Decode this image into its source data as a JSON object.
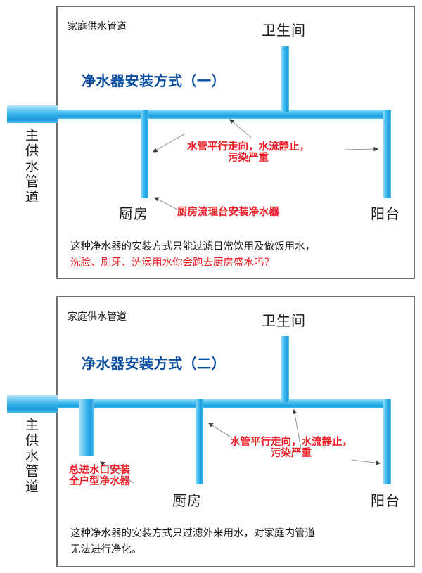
{
  "diagram": {
    "main_pipe_label": "主供水管道",
    "panels": [
      {
        "id": "panel-1",
        "home_pipe_label": "家庭供水管道",
        "title": "净水器安装方式（一）",
        "room_toilet": "卫生间",
        "room_kitchen": "厨房",
        "room_balcony": "阳台",
        "annotation_parallel": "水管平行走向，水流静止，\n污染严重",
        "annotation_filter": "厨房流理台安装净水器",
        "description_line1": "这种净水器的安装方式只能过滤日常饮用及做饭用水，",
        "description_line2": "洗脸、刷牙、洗澡用水你会跑去厨房盛水吗？"
      },
      {
        "id": "panel-2",
        "home_pipe_label": "家庭供水管道",
        "title": "净水器安装方式（二）",
        "room_toilet": "卫生间",
        "room_kitchen": "厨房",
        "room_balcony": "阳台",
        "annotation_parallel": "水管平行走向，水流静止，\n污染严重",
        "annotation_filter": "总进水口安装\n全户型净水器",
        "description_line1": "这种净水器的安装方式只过滤外来用水，对家庭内管道",
        "description_line2": "无法进行净化。"
      }
    ]
  },
  "colors": {
    "pipe_blue": "#29abe8",
    "title_blue": "#0b4d9f",
    "annotation_red": "#ee1b24",
    "border_gray": "#6f6f6f",
    "text_dark": "#1a1a1a"
  }
}
